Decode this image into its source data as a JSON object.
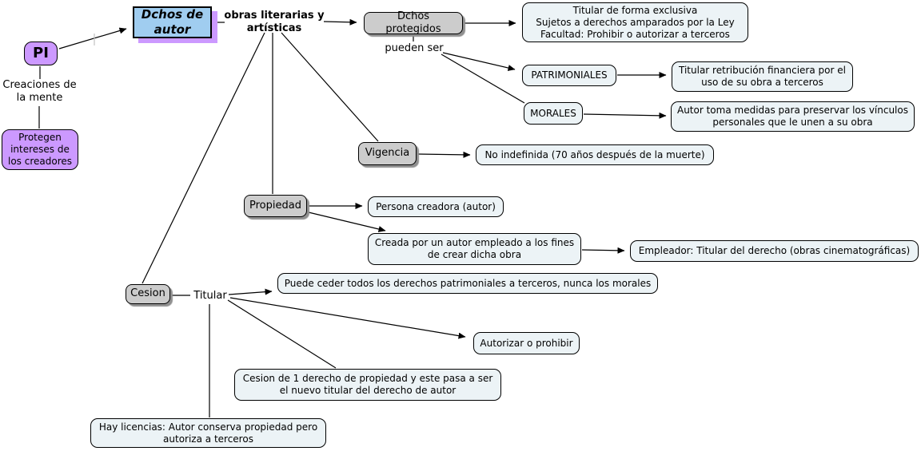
{
  "nodes": {
    "pi": "PI",
    "creaciones": "Creaciones de\nla mente",
    "protegen": "Protegen\nintereses de\nlos creadores",
    "dchos_autor": "Dchos de\nautor",
    "obras": "obras literarias y\nartísticas",
    "dchos_protegidos": "Dchos protegidos",
    "titular_exclusiva": "Titular de forma exclusiva\nSujetos a derechos amparados por la Ley\nFacultad: Prohibir o autorizar a terceros",
    "pueden_ser": "pueden ser",
    "patrimoniales": "PATRIMONIALES",
    "titular_retribucion": "Titular retribución financiera por el\nuso de su obra a terceros",
    "morales": "MORALES",
    "autor_medidas": "Autor toma medidas para preservar los vínculos\npersonales que le unen a su obra",
    "vigencia": "Vigencia",
    "no_indefinida": "No indefinida (70 años después de la muerte)",
    "propiedad": "Propiedad",
    "persona_creadora": "Persona creadora (autor)",
    "creada_por": "Creada por un autor empleado a los fines\nde crear dicha obra",
    "empleador": "Empleador: Titular del derecho (obras cinematográficas)",
    "cesion": "Cesion",
    "titular": "Titular",
    "puede_ceder": "Puede ceder todos los derechos patrimoniales a terceros, nunca los morales",
    "autorizar": "Autorizar o prohibir",
    "cesion_derecho": "Cesion de 1 derecho de propiedad y este pasa a ser\nel nuevo titular del derecho de autor",
    "hay_licencias": "Hay licencias: Autor conserva propiedad pero\nautoriza a terceros"
  },
  "edges": [
    {
      "from": "pi",
      "to": "dchos_autor",
      "arrow": true
    },
    {
      "from": "pi",
      "to": "creaciones",
      "arrow": false
    },
    {
      "from": "creaciones",
      "to": "protegen",
      "arrow": false
    },
    {
      "from": "dchos_autor",
      "to": "obras",
      "arrow": false
    },
    {
      "from": "obras",
      "to": "dchos_protegidos",
      "arrow": true
    },
    {
      "from": "dchos_protegidos",
      "to": "titular_exclusiva",
      "arrow": true
    },
    {
      "from": "dchos_protegidos",
      "to": "pueden_ser",
      "arrow": false
    },
    {
      "from": "pueden_ser",
      "to": "patrimoniales",
      "arrow": true
    },
    {
      "from": "pueden_ser",
      "to": "morales",
      "arrow": false
    },
    {
      "from": "patrimoniales",
      "to": "titular_retribucion",
      "arrow": true
    },
    {
      "from": "morales",
      "to": "autor_medidas",
      "arrow": true
    },
    {
      "from": "obras",
      "to": "vigencia",
      "arrow": false
    },
    {
      "from": "obras",
      "to": "propiedad",
      "arrow": false
    },
    {
      "from": "obras",
      "to": "cesion",
      "arrow": false
    },
    {
      "from": "vigencia",
      "to": "no_indefinida",
      "arrow": true
    },
    {
      "from": "propiedad",
      "to": "persona_creadora",
      "arrow": true
    },
    {
      "from": "propiedad",
      "to": "creada_por",
      "arrow": true
    },
    {
      "from": "creada_por",
      "to": "empleador",
      "arrow": true
    },
    {
      "from": "cesion",
      "to": "titular",
      "arrow": false
    },
    {
      "from": "titular",
      "to": "puede_ceder",
      "arrow": true
    },
    {
      "from": "titular",
      "to": "autorizar",
      "arrow": true
    },
    {
      "from": "titular",
      "to": "cesion_derecho",
      "arrow": false
    },
    {
      "from": "titular",
      "to": "hay_licencias",
      "arrow": false
    }
  ],
  "colors": {
    "concept_fill": "#cccccc",
    "info_fill": "#ecf3f6",
    "purple_fill": "#cc99ff",
    "blue_fill": "#a0cdf0",
    "shadow_gray": "#8f8f8f",
    "shadow_purple": "#cc99ff",
    "line": "#000000"
  }
}
